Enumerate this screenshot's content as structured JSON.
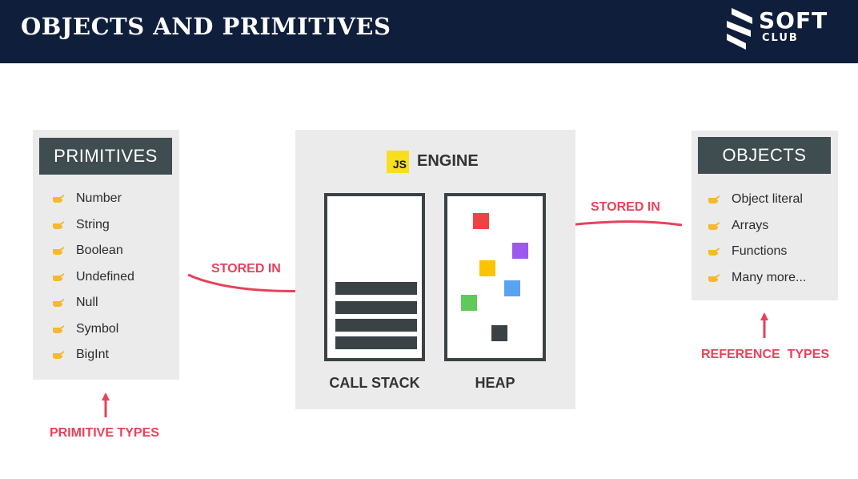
{
  "header": {
    "title": "Objects and Primitives"
  },
  "logo": {
    "word1": "SOFT",
    "word2": "CLUB"
  },
  "primitives": {
    "title": "PRIMITIVES",
    "items": [
      "Number",
      "String",
      "Boolean",
      "Undefined",
      "Null",
      "Symbol",
      "BigInt"
    ],
    "caption": "PRIMITIVE TYPES"
  },
  "objects": {
    "title": "OBJECTS",
    "items": [
      "Object literal",
      "Arrays",
      "Functions",
      "Many more..."
    ],
    "caption": "REFERENCE  TYPES"
  },
  "engine": {
    "badge": "JS",
    "label": "ENGINE",
    "call_stack_label": "CALL STACK",
    "heap_label": "HEAP"
  },
  "arrows": {
    "left_label": "STORED IN",
    "right_label": "STORED IN"
  },
  "colors": {
    "header_bg": "#0f1f3b",
    "panel_bg": "#ebebeb",
    "panel_header_bg": "#3f4c50",
    "accent_red": "#e8425a",
    "js_yellow": "#f7df1e",
    "heap_red": "#ee4344",
    "heap_purple": "#9b59f0",
    "heap_yellow": "#fbc400",
    "heap_blue": "#5aa3f0",
    "heap_green": "#5fc95a",
    "heap_dark": "#3a4245"
  }
}
